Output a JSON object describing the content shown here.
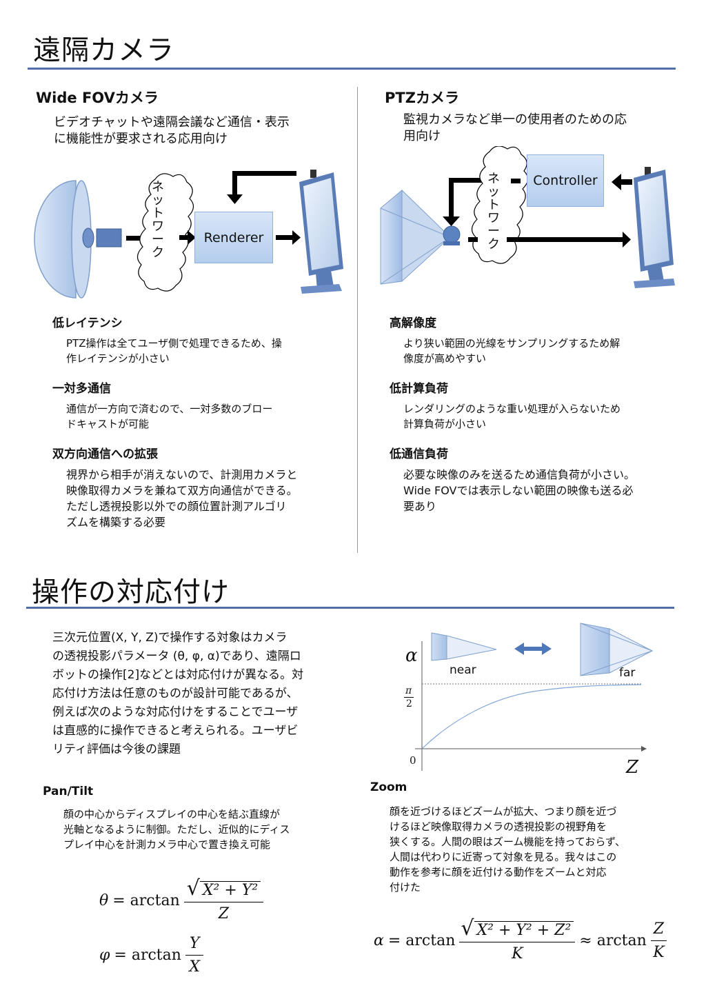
{
  "section1": {
    "title": "遠隔カメラ",
    "wide": {
      "heading": "Wide FOVカメラ",
      "desc": [
        "ビデオチャットや遠隔会議など通信・表示",
        "に機能性が要求される応用向け"
      ],
      "network_label": "ネットワーク",
      "renderer_label": "Renderer",
      "features": [
        {
          "title": "低レイテンシ",
          "lines": [
            "PTZ操作は全てユーザ側で処理できるため、操",
            "作レイテンシが小さい"
          ]
        },
        {
          "title": "一対多通信",
          "lines": [
            "通信が一方向で済むので、一対多数のブロー",
            "ドキャストが可能"
          ]
        },
        {
          "title": "双方向通信への拡張",
          "lines": [
            "視界から相手が消えないので、計測用カメラと",
            "映像取得カメラを兼ねて双方向通信ができる。",
            "ただし透視投影以外での顔位置計測アルゴリ",
            "ズムを構築する必要"
          ]
        }
      ]
    },
    "ptz": {
      "heading": "PTZカメラ",
      "desc": [
        "監視カメラなど単一の使用者のための応",
        "用向け"
      ],
      "network_label": "ネットワーク",
      "controller_label": "Controller",
      "features": [
        {
          "title": "高解像度",
          "lines": [
            "より狭い範囲の光線をサンプリングするため解",
            "像度が高めやすい"
          ]
        },
        {
          "title": "低計算負荷",
          "lines": [
            "レンダリングのような重い処理が入らないため",
            "計算負荷が小さい"
          ]
        },
        {
          "title": "低通信負荷",
          "lines": [
            "必要な映像のみを送るため通信負荷が小さい。",
            "Wide FOVでは表示しない範囲の映像も送る必",
            "要あり"
          ]
        }
      ]
    }
  },
  "section2": {
    "title": "操作の対応付け",
    "intro": [
      "三次元位置(X, Y, Z)で操作する対象はカメラ",
      "の透視投影パラメータ (θ, φ, α)であり、遠隔ロ",
      "ボットの操作[2]などとは対応付けが異なる。対",
      "応付け方法は任意のものが設計可能であるが、",
      "例えば次のような対応付けをすることでユーザ",
      "は直感的に操作できると考えられる。ユーザビ",
      "リティ評価は今後の課題"
    ],
    "pantilt": {
      "heading": "Pan/Tilt",
      "lines": [
        "顔の中心からディスプレイの中心を結ぶ直線が",
        "光軸となるように制御。ただし、近似的にディス",
        "プレイ中心を計測カメラ中心で置き換え可能"
      ],
      "eq_theta": {
        "lhs": "θ",
        "fn": "= arctan",
        "num": "X² + Y²",
        "den": "Z"
      },
      "eq_phi": {
        "lhs": "φ",
        "fn": "= arctan",
        "num": "Y",
        "den": "X"
      }
    },
    "zoom": {
      "heading": "Zoom",
      "lines": [
        "顔を近づけるほどズームが拡大、つまり顔を近づ",
        "けるほど映像取得カメラの透視投影の視野角を",
        "狭くする。人間の眼はズーム機能を持っておらず、",
        "人間は代わりに近寄って対象を見る。我々はこの",
        "動作を参考に顔を近付ける動作をズームと対応",
        "付けた"
      ],
      "eq_alpha": {
        "lhs": "α",
        "fn": "= arctan",
        "num": "X² + Y² + Z²",
        "den": "K",
        "approx": "≈ arctan",
        "num2": "Z",
        "den2": "K"
      }
    },
    "graph": {
      "y_label": "α",
      "x_label": "Z",
      "near_label": "near",
      "far_label": "far",
      "pi_label": "π",
      "two_label": "2",
      "zero_label": "0"
    }
  }
}
